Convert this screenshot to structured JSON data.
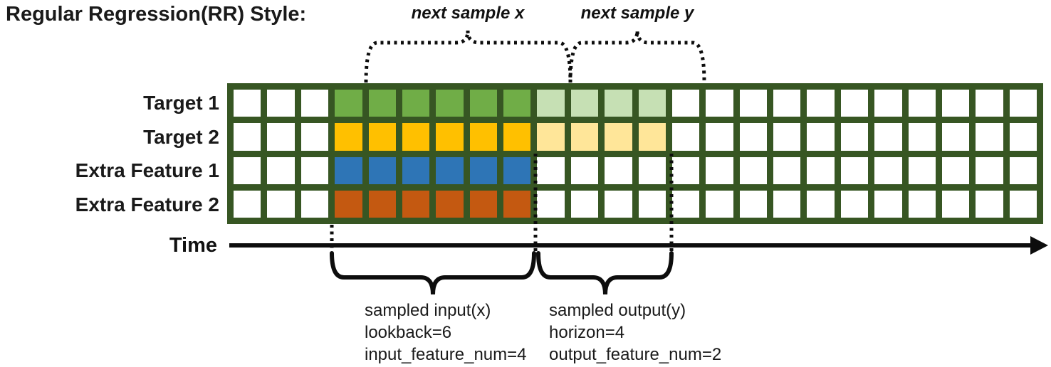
{
  "title": "Regular Regression(RR) Style:",
  "annotations": {
    "next_sample_x": "next sample x",
    "next_sample_y": "next sample y",
    "time_label": "Time",
    "input_lines": [
      "sampled input(x)",
      "lookback=6",
      "input_feature_num=4"
    ],
    "output_lines": [
      "sampled output(y)",
      "horizon=4",
      "output_feature_num=2"
    ]
  },
  "grid": {
    "columns": 24,
    "pre_empty_columns": 3,
    "lookback": 6,
    "horizon": 4,
    "border_color": "#375623",
    "empty_color": "#ffffff",
    "rows": [
      {
        "label": "Target 1",
        "input_color": "#70ad47",
        "output_color": "#c6e0b4"
      },
      {
        "label": "Target 2",
        "input_color": "#ffc000",
        "output_color": "#ffe699"
      },
      {
        "label": "Extra Feature 1",
        "input_color": "#2e75b6",
        "output_color": null
      },
      {
        "label": "Extra Feature 2",
        "input_color": "#c45911",
        "output_color": null
      }
    ]
  }
}
